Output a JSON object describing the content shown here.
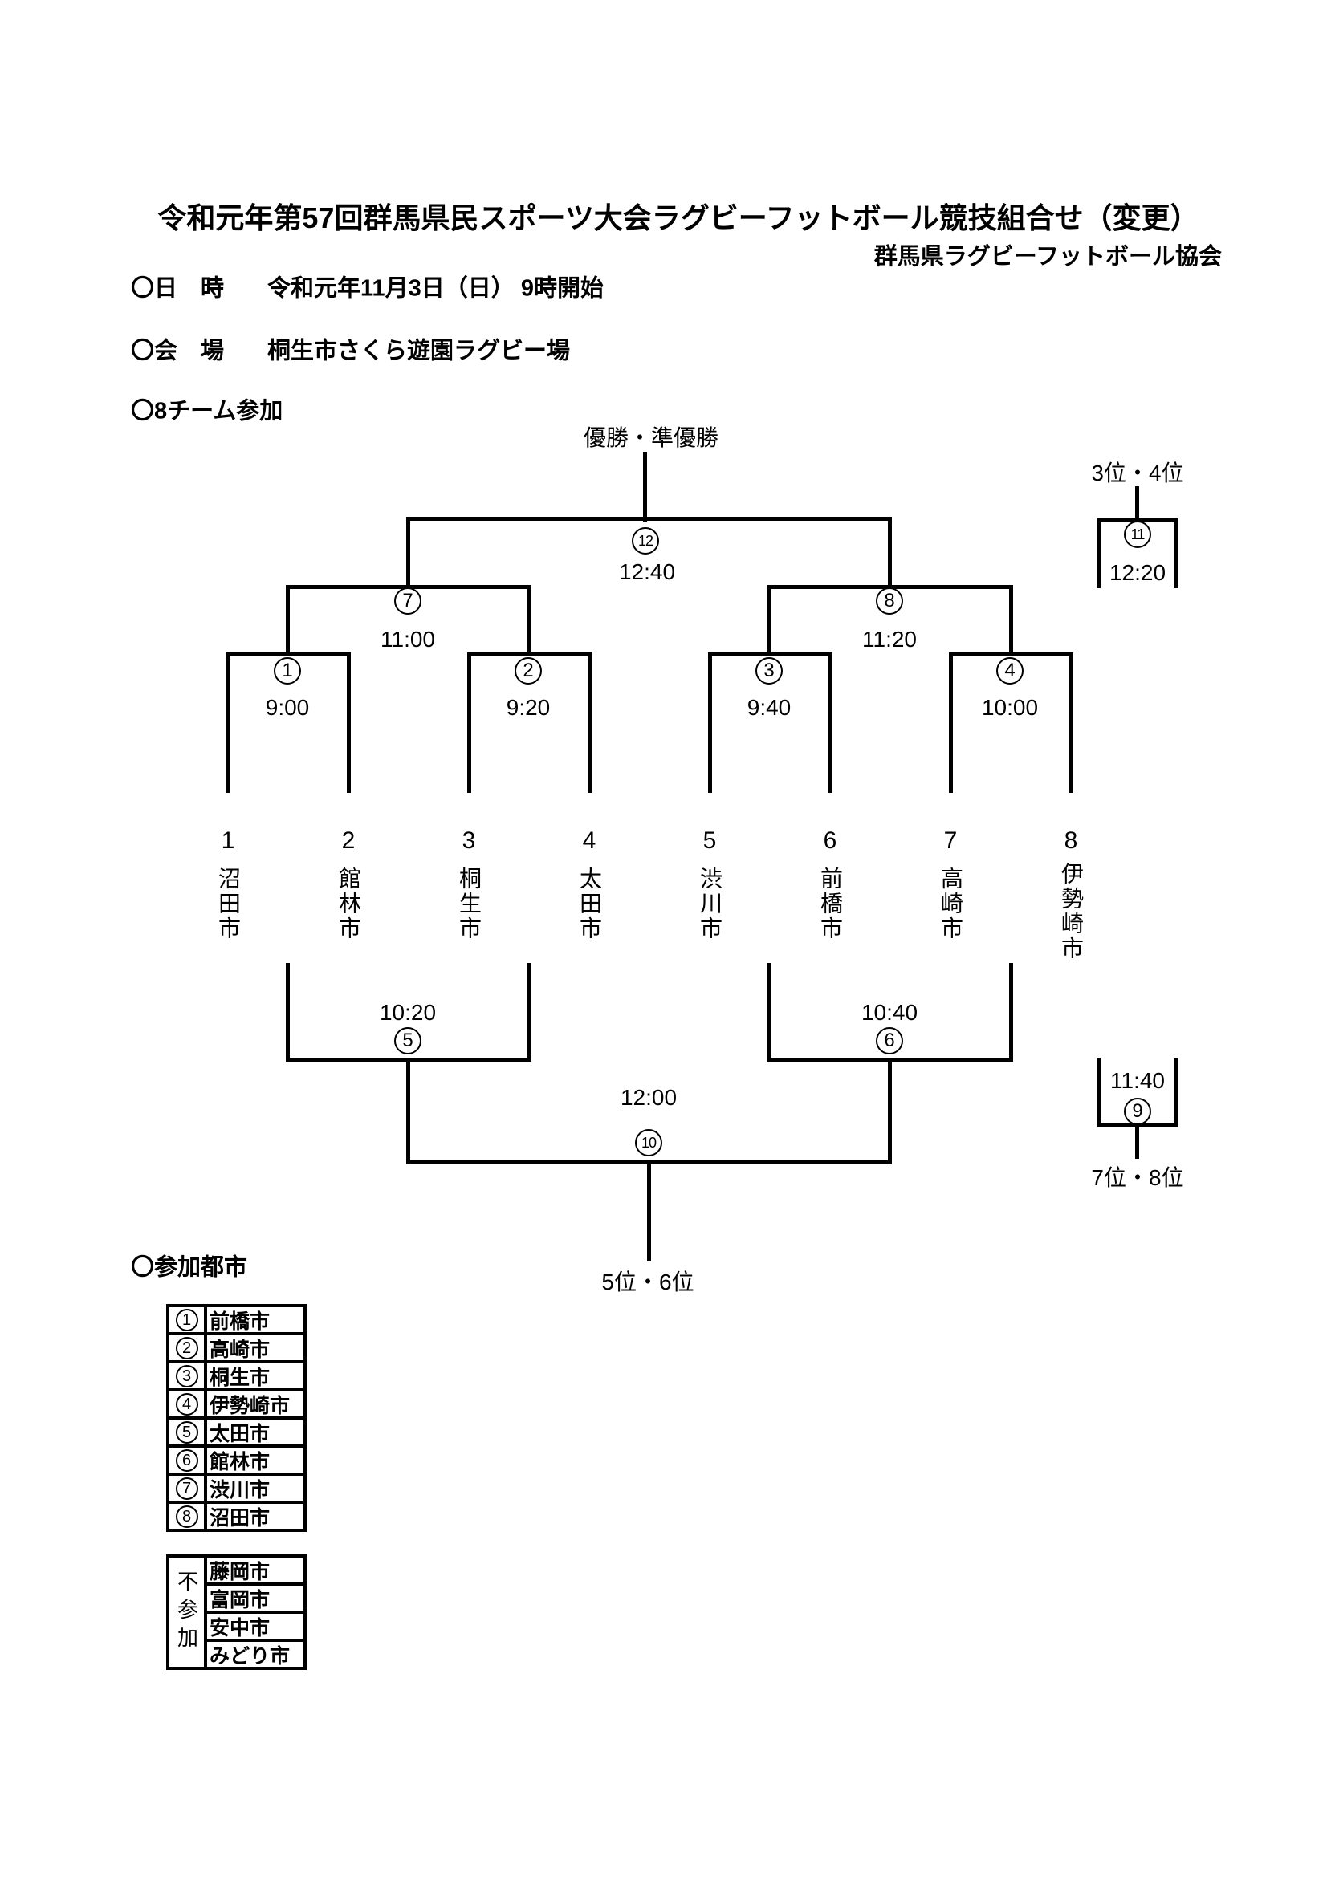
{
  "title": "令和元年第57回群馬県民スポーツ大会ラグビーフットボール競技組合せ（変更）",
  "subtitle": "群馬県ラグビーフットボール協会",
  "info": {
    "date_label": "〇日　時",
    "date_value": "令和元年11月3日（日） 9時開始",
    "venue_label": "〇会　場",
    "venue_value": "桐生市さくら遊園ラグビー場",
    "participation_note": "〇8チーム参加"
  },
  "bracket": {
    "champion_label": "優勝・準優勝",
    "third_fourth_label": "3位・4位",
    "fifth_sixth_label": "5位・6位",
    "seventh_eighth_label": "7位・8位",
    "matches": {
      "m1": {
        "num": "1",
        "time": "9:00"
      },
      "m2": {
        "num": "2",
        "time": "9:20"
      },
      "m3": {
        "num": "3",
        "time": "9:40"
      },
      "m4": {
        "num": "4",
        "time": "10:00"
      },
      "m5": {
        "num": "5",
        "time": "10:20"
      },
      "m6": {
        "num": "6",
        "time": "10:40"
      },
      "m7": {
        "num": "7",
        "time": "11:00"
      },
      "m8": {
        "num": "8",
        "time": "11:20"
      },
      "m9": {
        "num": "9",
        "time": "11:40"
      },
      "m10": {
        "num": "10",
        "time": "12:00"
      },
      "m11": {
        "num": "11",
        "time": "12:20"
      },
      "m12": {
        "num": "12",
        "time": "12:40"
      }
    },
    "teams": [
      {
        "no": "1",
        "name": "沼田市"
      },
      {
        "no": "2",
        "name": "館林市"
      },
      {
        "no": "3",
        "name": "桐生市"
      },
      {
        "no": "4",
        "name": "太田市"
      },
      {
        "no": "5",
        "name": "渋川市"
      },
      {
        "no": "6",
        "name": "前橋市"
      },
      {
        "no": "7",
        "name": "高崎市"
      },
      {
        "no": "8",
        "name": "伊勢崎市"
      }
    ]
  },
  "participants": {
    "heading": "〇参加都市",
    "rows": [
      {
        "no": "1",
        "city": "前橋市"
      },
      {
        "no": "2",
        "city": "高崎市"
      },
      {
        "no": "3",
        "city": "桐生市"
      },
      {
        "no": "4",
        "city": "伊勢崎市"
      },
      {
        "no": "5",
        "city": "太田市"
      },
      {
        "no": "6",
        "city": "館林市"
      },
      {
        "no": "7",
        "city": "渋川市"
      },
      {
        "no": "8",
        "city": "沼田市"
      }
    ]
  },
  "non_participants": {
    "label": "不参加",
    "cities": [
      "藤岡市",
      "富岡市",
      "安中市",
      "みどり市"
    ]
  }
}
